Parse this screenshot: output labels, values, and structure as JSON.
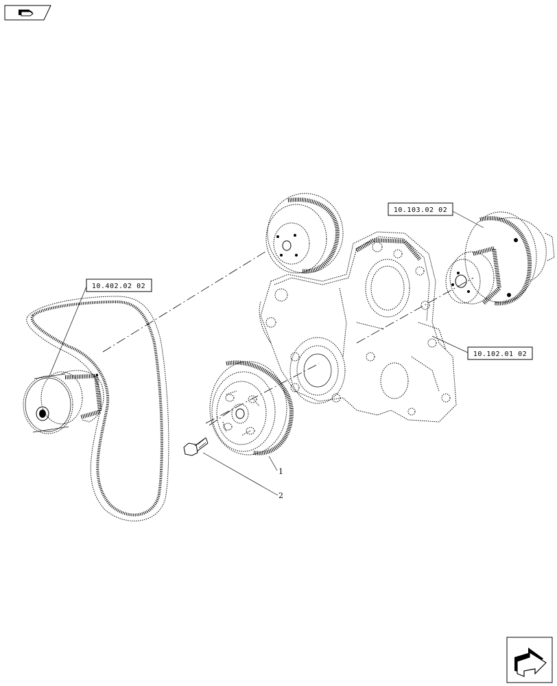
{
  "nav": {
    "top_left_icon": "book-arrow-icon",
    "bottom_right_icon": "next-page-arrow-icon"
  },
  "callouts": {
    "water_pump": "10.402.02 02",
    "camshaft": "10.103.02 02",
    "timing_cover": "10.102.01 02"
  },
  "items": {
    "pulley": "1",
    "bolt": "2"
  }
}
